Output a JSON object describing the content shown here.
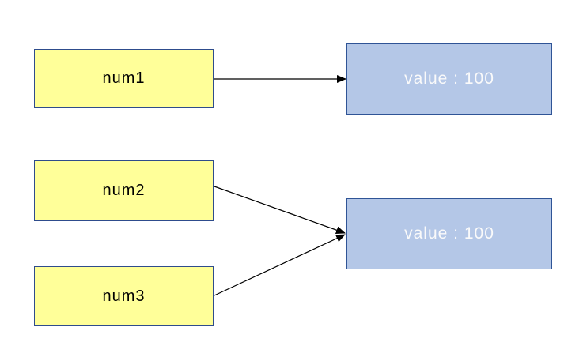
{
  "diagram": {
    "variables": [
      {
        "label": "num1"
      },
      {
        "label": "num2"
      },
      {
        "label": "num3"
      }
    ],
    "values": [
      {
        "label": "value : 100"
      },
      {
        "label": "value : 100"
      }
    ],
    "edges": [
      {
        "from": "num1",
        "to": "value-box-1"
      },
      {
        "from": "num2",
        "to": "value-box-2"
      },
      {
        "from": "num3",
        "to": "value-box-2"
      }
    ],
    "colors": {
      "background": "#ffffff",
      "variable_fill": "#ffff99",
      "variable_border": "#2e4c8c",
      "variable_text": "#000000",
      "value_fill": "#b4c7e7",
      "value_border": "#2f5496",
      "value_text": "#fafafa",
      "arrow": "#000000"
    }
  }
}
